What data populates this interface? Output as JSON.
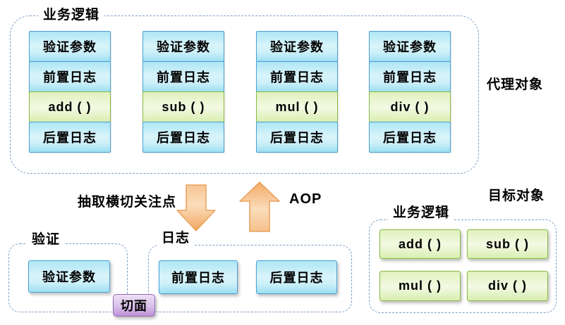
{
  "colors": {
    "cyan_box_border": "#4aa0d5",
    "cyan_box_fill_top": "#aee6f4",
    "cyan_box_fill_bottom": "#9edff1",
    "green_box_border": "#89b944",
    "green_box_fill": "#e0f1bd",
    "purple_box_border": "#8f6cb2",
    "purple_box_fill": "#d9bfe9",
    "dashed_border": "#7f9fc6",
    "arrow_fill": "#f5b379",
    "arrow_stroke": "#e9a15b",
    "text": "#000000"
  },
  "proxy": {
    "label": "业务逻辑",
    "side_label": "代理对象",
    "columns": [
      {
        "cells": [
          "验证参数",
          "前置日志",
          "add ( )",
          "后置日志"
        ]
      },
      {
        "cells": [
          "验证参数",
          "前置日志",
          "sub ( )",
          "后置日志"
        ]
      },
      {
        "cells": [
          "验证参数",
          "前置日志",
          "mul ( )",
          "后置日志"
        ]
      },
      {
        "cells": [
          "验证参数",
          "前置日志",
          "div ( )",
          "后置日志"
        ]
      }
    ]
  },
  "flow": {
    "extract_label": "抽取横切关注点",
    "aop_label": "AOP"
  },
  "validation_group": {
    "label": "验证",
    "box": "验证参数"
  },
  "log_group": {
    "label": "日志",
    "boxes": [
      "前置日志",
      "后置日志"
    ]
  },
  "aspect_label": "切面",
  "target": {
    "side_label": "目标对象",
    "label": "业务逻辑",
    "methods": [
      "add ( )",
      "sub ( )",
      "mul ( )",
      "div ( )"
    ]
  }
}
